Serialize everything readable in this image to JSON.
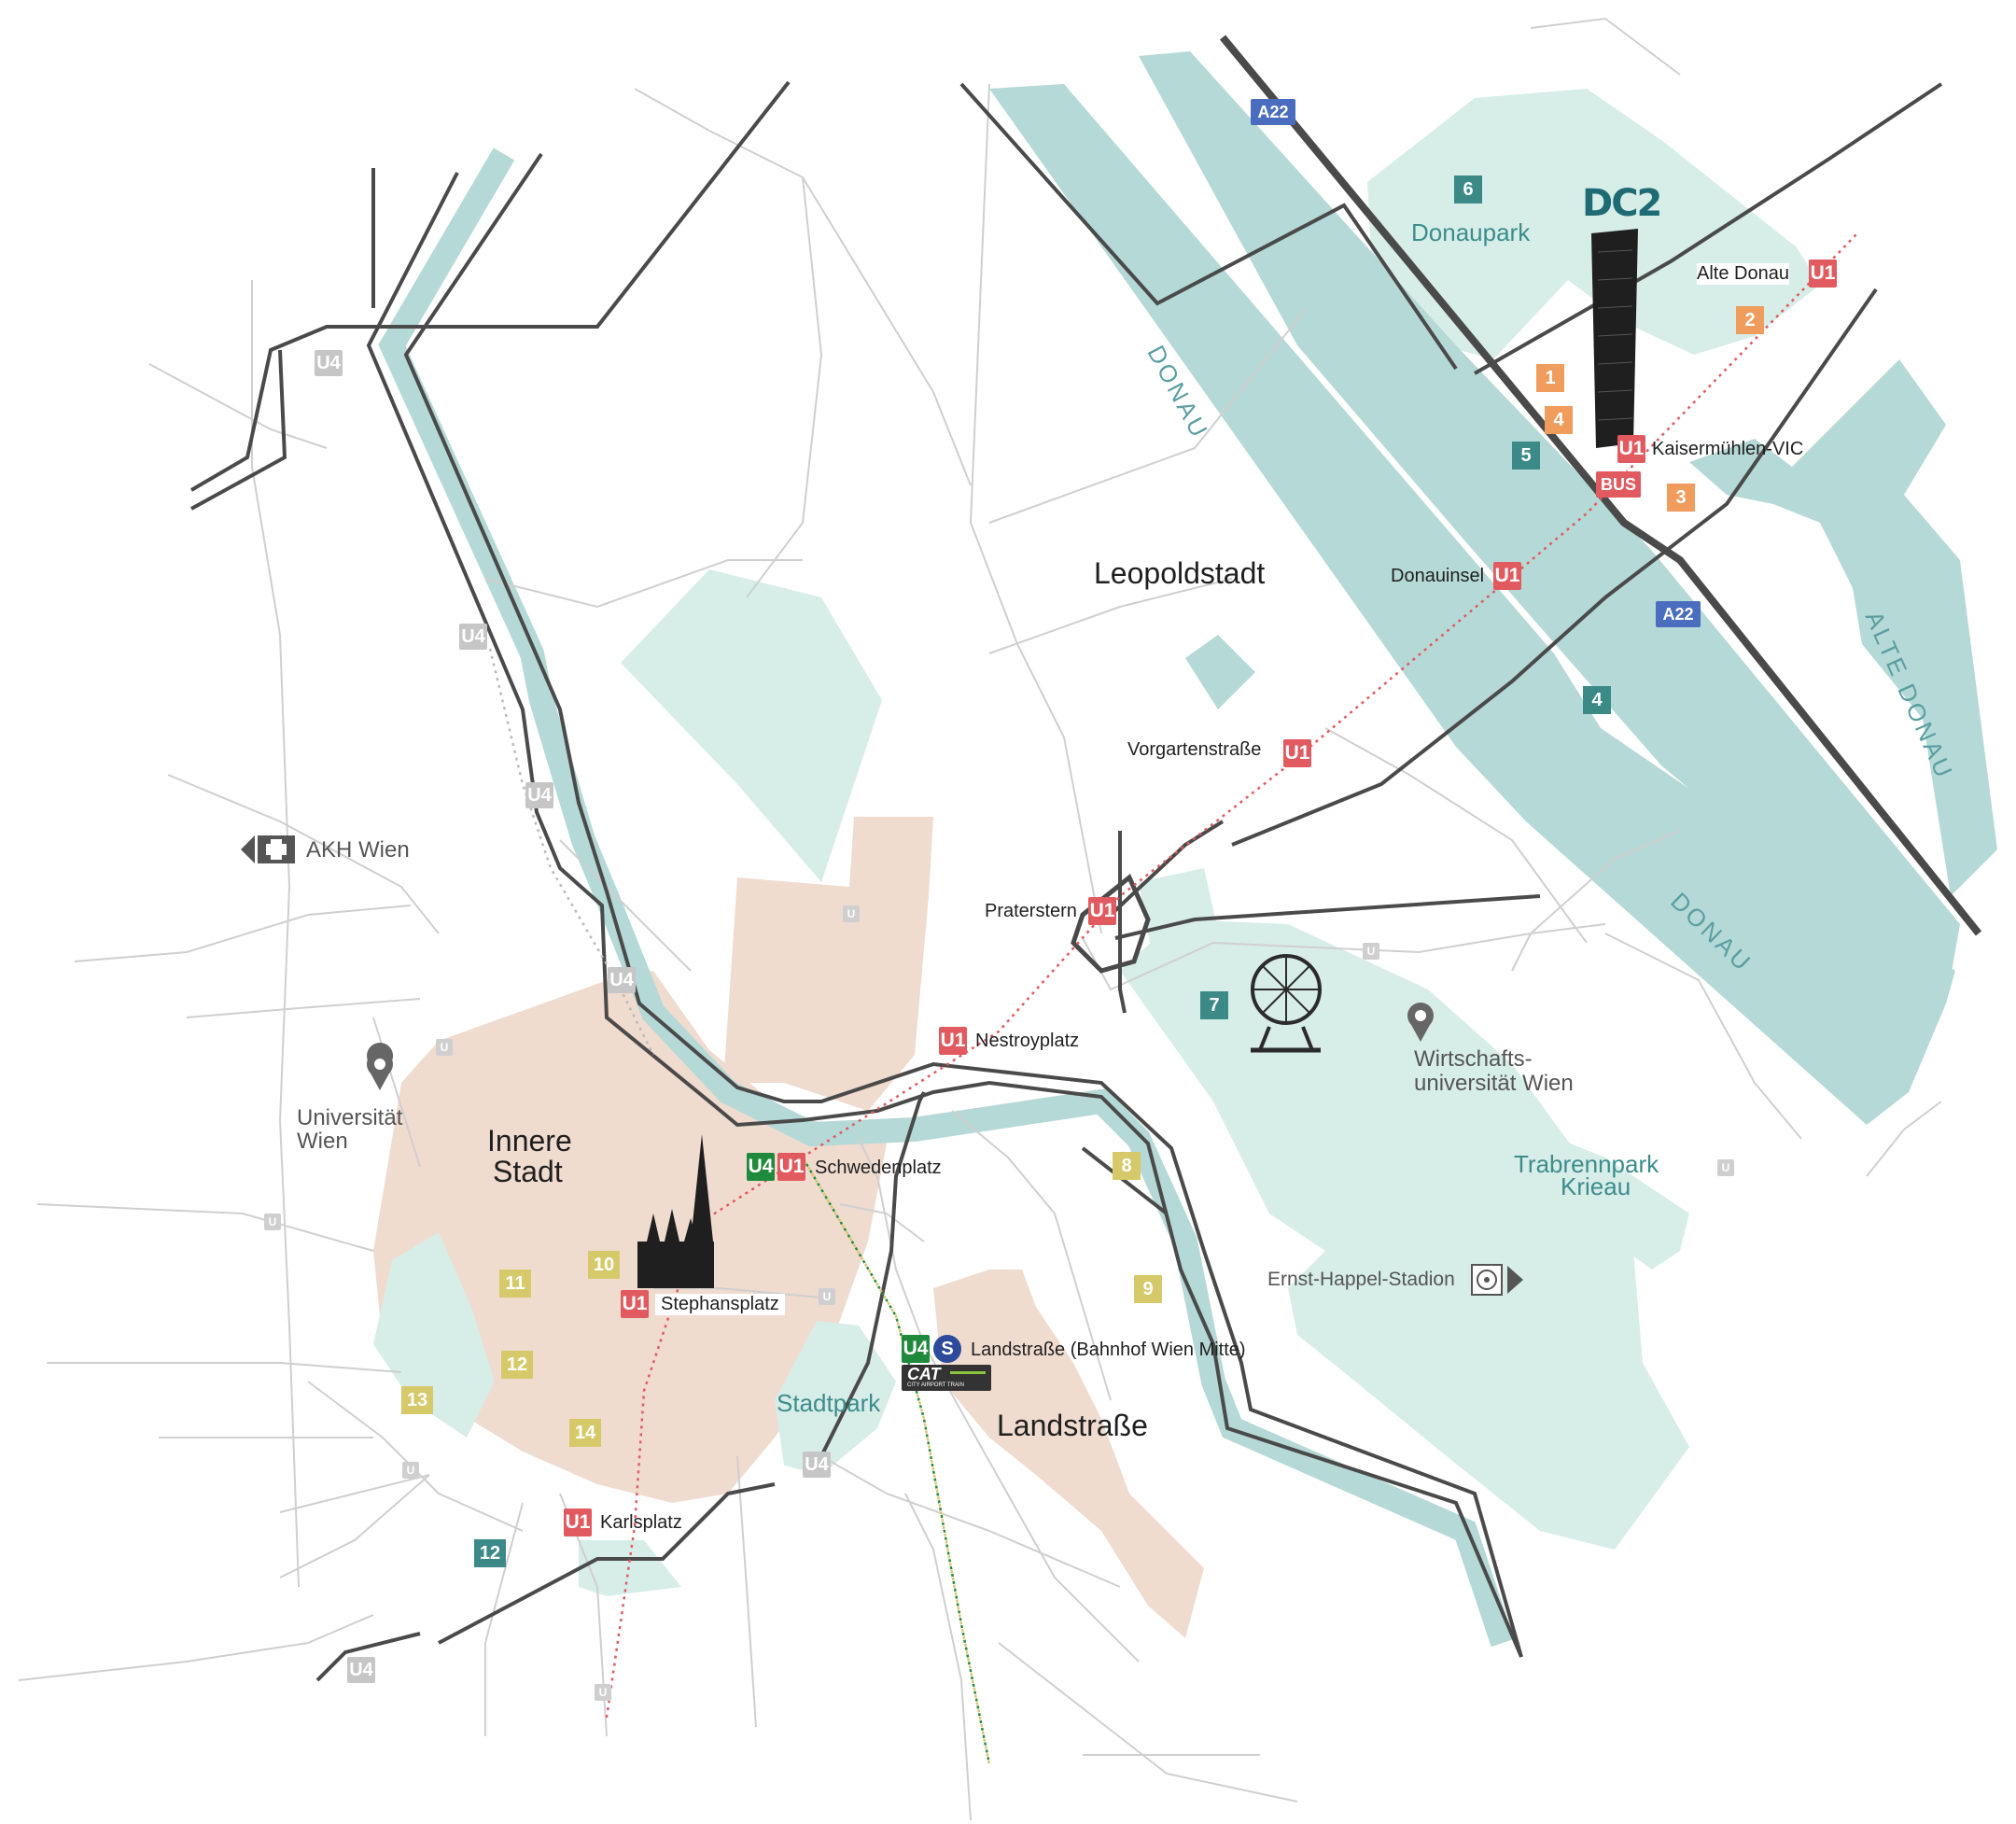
{
  "labels": {
    "donau_upper": "DONAU",
    "donau_lower": "DONAU",
    "alte_donau": "ALTE DONAU",
    "donaupark": "Donaupark",
    "dc2": "DC2",
    "alte_donau_station": "Alte Donau",
    "kaisermuehlen": "Kaisermühlen-VIC",
    "bus": "BUS",
    "donauinsel": "Donauinsel",
    "leopoldstadt": "Leopoldstadt",
    "vorgartenstrasse": "Vorgartenstraße",
    "praterstern": "Praterstern",
    "nestroyplatz": "Nestroyplatz",
    "akh": "AKH Wien",
    "uni_line1": "Universität",
    "uni_line2": "Wien",
    "wu_line1": "Wirtschafts-",
    "wu_line2": "universität Wien",
    "innere_line1": "Innere",
    "innere_line2": "Stadt",
    "schwedenplatz": "Schwedenplatz",
    "stephansplatz": "Stephansplatz",
    "landstrasse_station": "Landstraße (Bahnhof Wien Mitte)",
    "landstrasse_district": "Landstraße",
    "stadtpark": "Stadtpark",
    "trabrenn_line1": "Trabrennpark",
    "trabrenn_line2": "Krieau",
    "ernst_happel": "Ernst-Happel-Stadion",
    "karlsplatz": "Karlsplatz",
    "cat_main": "CAT",
    "cat_sub": "CITY AIRPORT TRAIN"
  },
  "badges": {
    "u1": "U1",
    "u4": "U4",
    "u": "U",
    "a22": "A22",
    "s": "S"
  },
  "markers": {
    "m1": "1",
    "m2": "2",
    "m3": "3",
    "m4o": "4",
    "m4t": "4",
    "m5": "5",
    "m6": "6",
    "m7": "7",
    "m8": "8",
    "m9": "9",
    "m10": "10",
    "m11": "11",
    "m12y": "12",
    "m12t": "12",
    "m13": "13",
    "m14": "14"
  },
  "colors": {
    "water": "#b5d9d6",
    "park": "#d7ede8",
    "district": "#f0dbcf",
    "street": "#cfcfcf",
    "road": "#4a4a4a",
    "u1": "#e15a5f",
    "u4": "#1f8a3c",
    "a22": "#4a6dbf",
    "marker_teal": "#3b8a87",
    "marker_orange": "#ef9c5c",
    "marker_yellow": "#d6c96a"
  }
}
